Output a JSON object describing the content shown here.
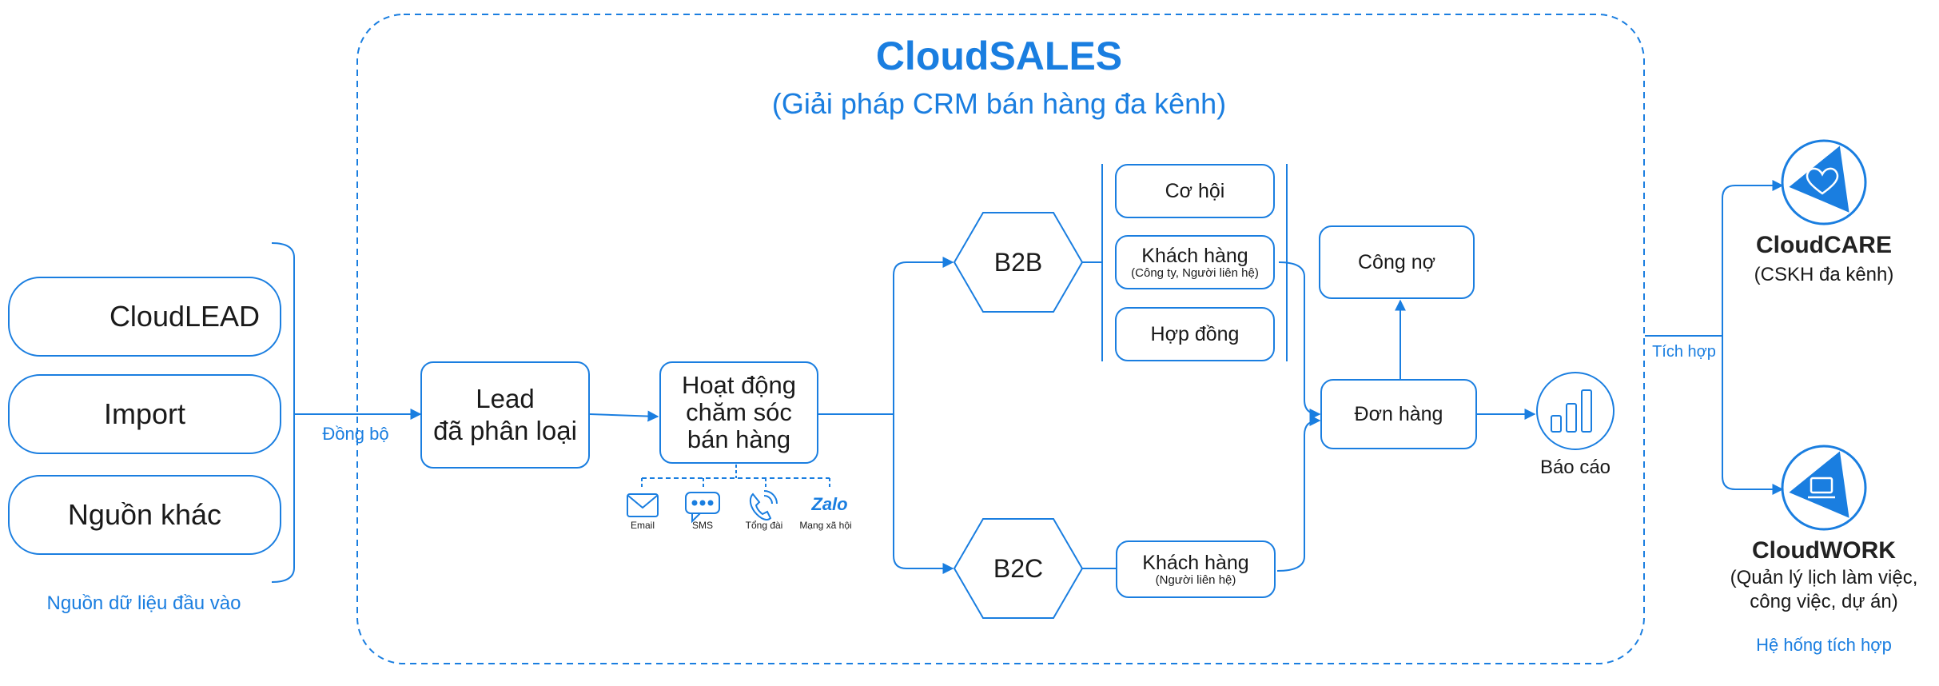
{
  "title": "CloudSALES",
  "subtitle": "(Giải pháp CRM bán hàng đa kênh)",
  "sources": {
    "items": [
      "CloudLEAD",
      "Import",
      "Nguồn khác"
    ],
    "caption": "Nguồn dữ liệu đầu vào",
    "sync_label": "Đồng bộ"
  },
  "flow": {
    "lead": "Lead\nđã phân loại",
    "activity": "Hoạt động\nchăm sóc\nbán hàng",
    "b2b": "B2B",
    "b2c": "B2C",
    "opportunity": "Cơ hội",
    "b2b_customer": "Khách hàng",
    "b2b_customer_sub": "(Công ty, Người liên hệ)",
    "contract": "Hợp đồng",
    "b2c_customer": "Khách hàng",
    "b2c_customer_sub": "(Người liên hệ)",
    "debt": "Công nợ",
    "order": "Đơn hàng",
    "report": "Báo cáo"
  },
  "channels": [
    {
      "label": "Email",
      "icon": "email-icon"
    },
    {
      "label": "SMS",
      "icon": "sms-icon"
    },
    {
      "label": "Tổng đài",
      "icon": "phone-icon"
    },
    {
      "label": "Mạng xã hội",
      "icon": "zalo-icon",
      "logo_text": "Zalo"
    }
  ],
  "integration": {
    "label": "Tích hợp",
    "caption": "Hệ hống tích hợp",
    "cloudcare_name": "CloudCARE",
    "cloudcare_desc": "(CSKH đa kênh)",
    "cloudwork_name": "CloudWORK",
    "cloudwork_desc": "(Quản lý lịch làm việc,\ncông việc, dự án)"
  },
  "colors": {
    "accent": "#1a7ee0",
    "text": "#1a1a1a",
    "background": "#ffffff"
  }
}
